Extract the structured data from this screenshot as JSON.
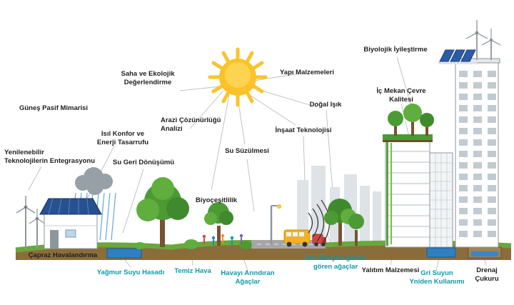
{
  "colors": {
    "label_teal": "#0d9aa8",
    "label_black": "#1f1f1f",
    "sun_yellow": "#fcc228",
    "grass_green": "#69a83c",
    "soil_brown": "#8a6d3b",
    "water_blue": "#2f7fc1",
    "solar_panel_blue": "#27508f",
    "rain_blue": "#5fa8d8",
    "tree_green": "#4c9a34"
  },
  "labels": {
    "gunes_pasif_mimarisi": "Güneş Pasif Mimarisi",
    "yenilenebilir_entegrasyonu": "Yenilenebilir\nTeknolojilerin Entegrasyonu",
    "isil_konfor": "Isıl Konfor ve\nEnerji Tasarrufu",
    "su_geri_donusumu": "Su Geri Dönüşümü",
    "saha_ekolojik": "Saha ve Ekolojik\nDeğerlendirme",
    "arazi_cozunurlugu": "Arazi Çözünürlüğü\nAnalizi",
    "su_suzulmesi": "Su Süzülmesi",
    "biyocesitlilik": "Biyoçeşitlilik",
    "yapi_malzemeleri": "Yapı Malzemeleri",
    "dogal_isik": "Doğal Işık",
    "insaat_teknolojisi": "İnşaat Teknolojisi",
    "biyolojik_iyilestirme": "Biyolojik İyileştirme",
    "ic_mekan_cevre": "İç Mekan Çevre\nKalitesi",
    "capraz_havalandirma": "Çapraz Havalandırma",
    "yagmur_suyu": "Yağmur Suyu Hasadı",
    "temiz_hava": "Temiz Hava",
    "havayi_arindiran": "Havayı Arındıran\nAğaçlar",
    "ses_bariyeri": "Ses Bariyeri görevi\ngören ağaçlar",
    "yalitim_malzemesi": "Yalıtım Malzemesi",
    "gri_suyun": "Gri Suyun\nYniden Kullanımı",
    "drenaj_cukuru": "Drenaj Çukuru"
  }
}
